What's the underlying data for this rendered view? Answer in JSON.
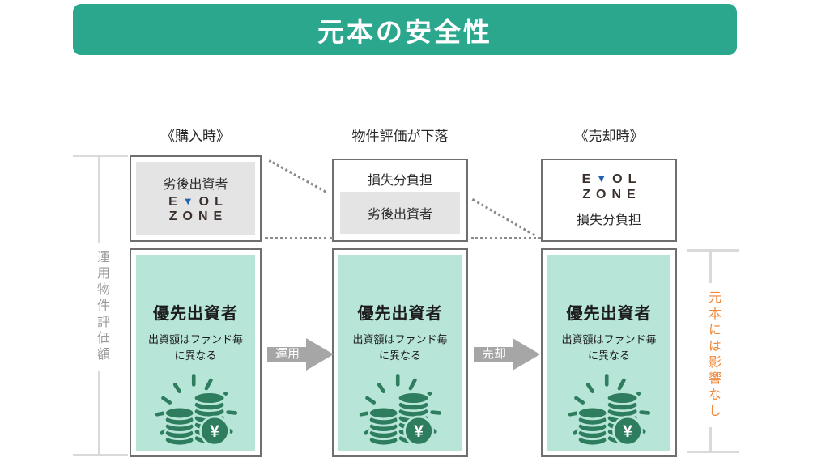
{
  "title": "元本の安全性",
  "colors": {
    "header_green": "#2BA78E",
    "mint": "#B7E5D8",
    "coin_green": "#2E7D5E",
    "box_border": "#6F6F6F",
    "gray_fill": "#E4E4E4",
    "dotted": "#8A8A8A",
    "arrow_gray": "#A6A6A6",
    "bracket_line": "#D9D9D9",
    "bracket_text_gray": "#9A9A9A",
    "orange": "#EF8638",
    "logo_dark": "#39302B",
    "logo_blue": "#2262AC"
  },
  "columns": [
    {
      "stage_label": "《購入時》"
    },
    {
      "stage_label": "物件評価が下落"
    },
    {
      "stage_label": "《売却時》"
    }
  ],
  "labels": {
    "subordinated": "劣後出資者",
    "loss_burden": "損失分負担",
    "left_axis": "運用物件評価額",
    "right_axis": "元本には影響なし",
    "yen": "¥"
  },
  "logo": {
    "line1_pre": "E",
    "v_mark": "▼",
    "line1_post": "OL",
    "line2": "ZONE"
  },
  "bottom_box": {
    "title": "優先出資者",
    "note": "出資額はファンド毎に異なる"
  },
  "arrows": [
    {
      "label": "運用"
    },
    {
      "label": "売却"
    }
  ]
}
